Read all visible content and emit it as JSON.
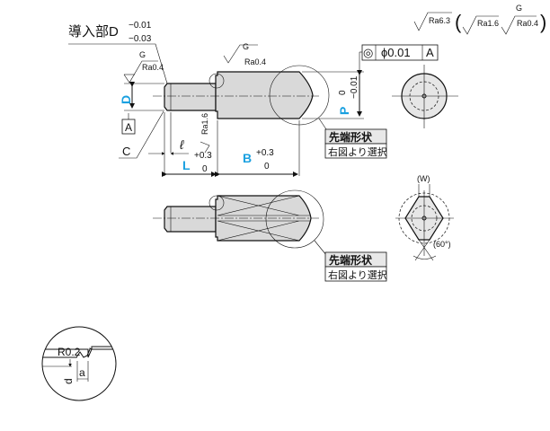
{
  "title_note": {
    "label": "導入部D",
    "tol_upper": "−0.01",
    "tol_lower": "−0.03"
  },
  "roughness_legend": {
    "main": "Ra6.3",
    "sub1": "Ra1.6",
    "sub2": "Ra0.4",
    "sub2_grade": "G"
  },
  "top_view": {
    "shaft_finish": {
      "grade": "G",
      "ra": "Ra0.4"
    },
    "body_finish": {
      "grade": "G",
      "ra": "Ra0.4"
    },
    "shoulder_finish": "Ra1.6",
    "dim_D": "D",
    "datum_A": "A",
    "chamfer_C": "C",
    "dim_l": "ℓ",
    "dim_L": "L",
    "L_tol_upper": "+0.3",
    "L_tol_lower": "0",
    "dim_B": "B",
    "B_tol_upper": "+0.3",
    "B_tol_lower": "0",
    "dim_P": "P",
    "P_tol_upper": "0",
    "P_tol_lower": "−0.01",
    "tip_label_1": "先端形状",
    "tip_label_2": "右図より選択"
  },
  "geometric_tolerance": {
    "symbol": "◎",
    "value": "ϕ0.01",
    "datum": "A"
  },
  "bottom_view": {
    "tip_label_1": "先端形状",
    "tip_label_2": "右図より選択",
    "width_label": "(W)",
    "angle_label": "(60°)"
  },
  "detail_view": {
    "radius": "R0.2",
    "dim_d": "d",
    "dim_a": "a"
  }
}
